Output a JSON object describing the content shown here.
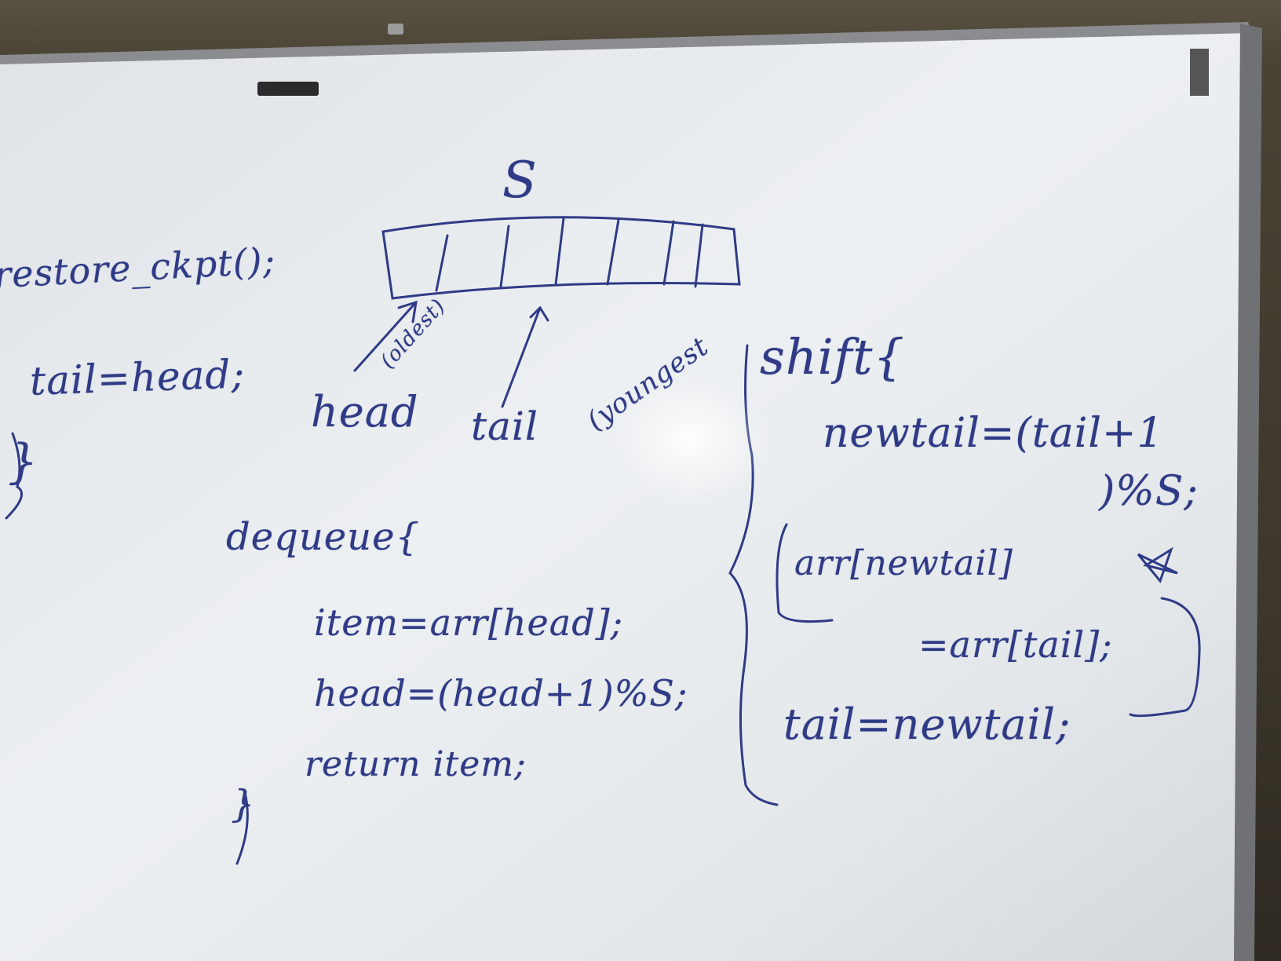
{
  "board": {
    "lines": {
      "restore": "restore_ckpt();",
      "tail_eq_head": "tail=head;",
      "close_brace_left": "}",
      "size_label": "S",
      "head_label": "head",
      "oldest": "(oldest)",
      "tail_label": "tail",
      "youngest": "(youngest",
      "dequeue": "dequeue{",
      "item": "item=arr[head];",
      "head_update": "head=(head+1)%S;",
      "return": "return item;",
      "close_brace_dequeue": "}",
      "shift": "shift{",
      "newtail": "newtail=(tail+1",
      "newtail_cont": ")%S;",
      "arr_newtail": "arr[newtail]",
      "arr_tail": "=arr[tail];",
      "tail_eq_newtail": "tail=newtail;"
    },
    "colors": {
      "ink": "#2f3b86",
      "board_surface": "#eceef0",
      "frame": "#7b7d80"
    }
  }
}
